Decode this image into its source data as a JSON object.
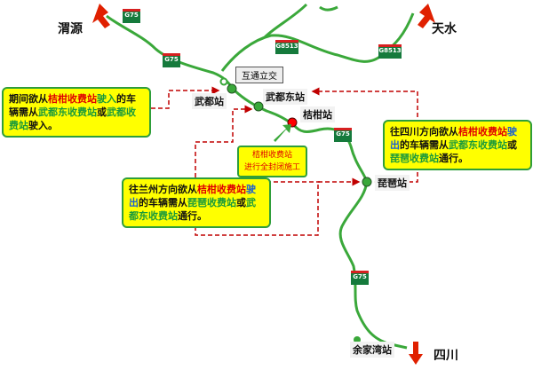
{
  "cities": {
    "weiyuan": "渭源",
    "tianshui": "天水",
    "sichuan": "四川"
  },
  "stations": {
    "wudu": "武都站",
    "wudu_east": "武都东站",
    "jugan": "桔柑站",
    "pipa": "琵琶站",
    "yujiawan": "余家湾站"
  },
  "interchange": "互通立交",
  "shields": {
    "g75": "G75",
    "g8513": "G8513"
  },
  "notice": {
    "line1": "桔柑收费站",
    "line2": "进行全封闭施工"
  },
  "note_left": {
    "p1": "期间欲从",
    "p2": "桔柑收费站",
    "p3": "驶入",
    "p4": "的车辆需从",
    "p5": "武都东收费站",
    "p6": "或",
    "p7": "武都收费站",
    "p8": "驶入。"
  },
  "note_mid": {
    "p1": "往兰州方向欲从",
    "p2": "桔柑收费站",
    "p3": "驶出",
    "p4": "的车辆需从",
    "p5": "琵琶收费站",
    "p6": "或",
    "p7": "武都东收费站",
    "p8": "通行。"
  },
  "note_right": {
    "p1": "往四川方向欲从",
    "p2": "桔柑收费站",
    "p3": "驶出",
    "p4": "的车辆需从",
    "p5": "武都东收费站",
    "p6": "或",
    "p7": "琵琶收费站",
    "p8": "通行。"
  },
  "colors": {
    "road": "#3aa83a",
    "closed": "#ff0000",
    "detour": "#c00000",
    "note_bg": "#ffff00"
  }
}
